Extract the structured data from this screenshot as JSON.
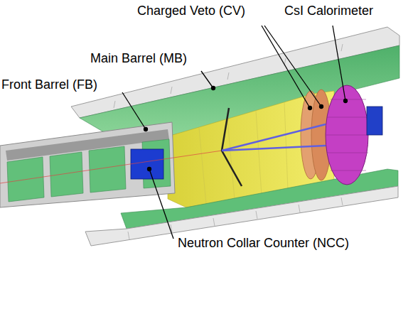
{
  "diagram": {
    "labels": [
      "Charged Veto (CV)",
      "CsI Calorimeter",
      "Main Barrel (MB)",
      "Front Barrel (FB)",
      "Neutron Collar Counter (NCC)"
    ]
  }
}
